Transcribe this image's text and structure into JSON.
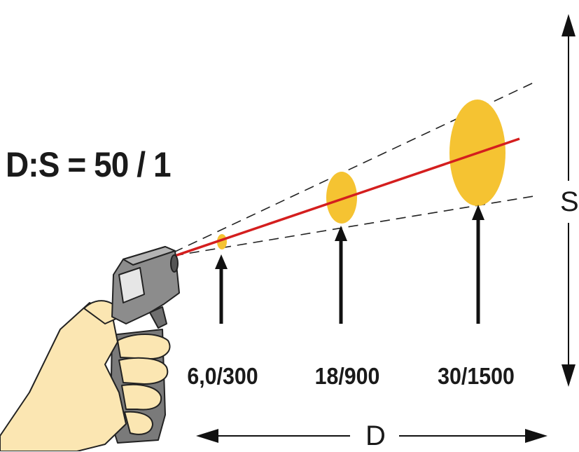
{
  "ratio_text": "D:S = 50 / 1",
  "spots": [
    {
      "label": "6,0/300"
    },
    {
      "label": "18/900"
    },
    {
      "label": "30/1500"
    }
  ],
  "axis_labels": {
    "distance": "D",
    "spot_size": "S"
  },
  "colors": {
    "laser": "#d41e1e",
    "spot": "#f5c332",
    "cone": "#222222",
    "device": "#8c8c8c",
    "skin": "#fbe6b2"
  },
  "icons": [
    "infrared-thermometer-icon",
    "hand-icon"
  ]
}
